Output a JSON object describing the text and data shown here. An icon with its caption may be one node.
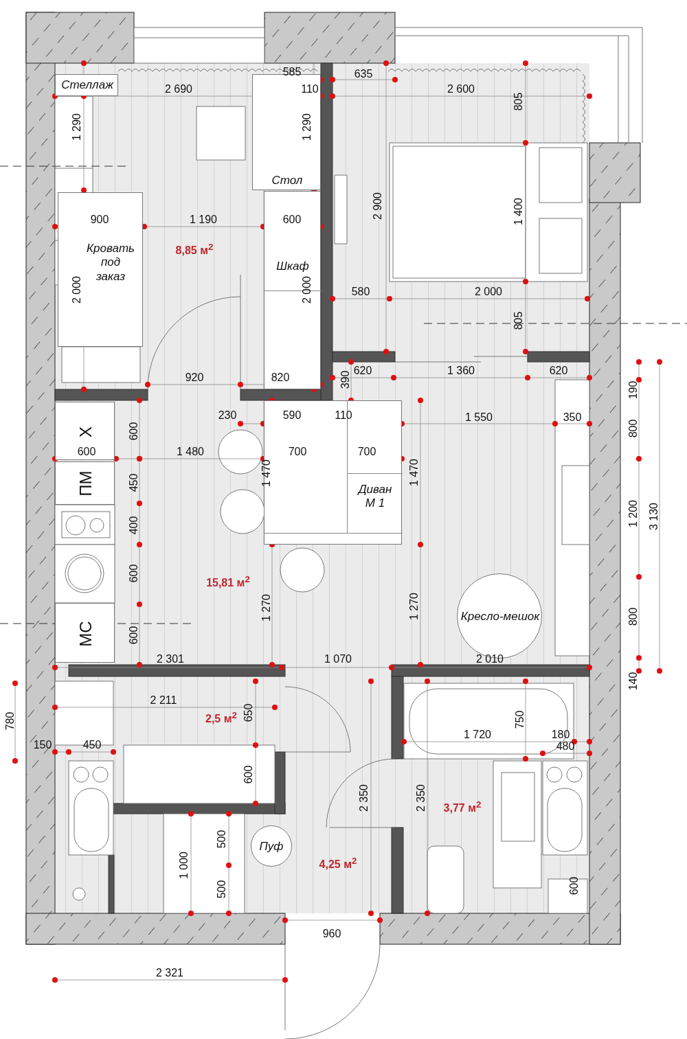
{
  "diagram": {
    "nodes": [
      {
        "text": [
          "8,85 м$^{2}$"
        ]
      },
      {
        "text": [
          "Стеллаж"
        ],
        "in": 0
      },
      {
        "text": [
          "Стол"
        ],
        "in": 0
      },
      {
        "text": [
          "Кровать под заказ"
        ],
        "in": 0
      },
      {
        "text": [
          "Шкаф"
        ],
        "in": 0
      },
      {
        "text": [
          "15,81 м$^{2}$"
        ]
      },
      {
        "text": [
          "Х"
        ],
        "in": 5
      },
      {
        "text": [
          "ПМ"
        ],
        "in": 5
      },
      {
        "text": [
          "МС"
        ],
        "in": 5
      },
      {
        "text": [
          "Диван М 1"
        ],
        "in": 5
      },
      {
        "text": [
          "Кресло-мешок"
        ],
        "in": 5
      },
      {
        "text": [
          "2,5 м$^{2}$"
        ]
      },
      {
        "text": [
          "4,25 м$^{2}$"
        ]
      },
      {
        "text": [
          "Пуф"
        ],
        "in": 12
      },
      {
        "text": [
          "3,77 м$^{2}$"
        ]
      }
    ],
    "labels": [
      "585",
      "635",
      "2 690",
      "110",
      "2 600",
      "805",
      "1 290",
      "1 290",
      "2 900",
      "1 400",
      "900",
      "1 190",
      "600",
      "2 000",
      "2 000",
      "580",
      "2 000",
      "805",
      "920",
      "820",
      "390",
      "620",
      "1 360",
      "620",
      "190",
      "230",
      "590",
      "110",
      "1 550",
      "350",
      "600",
      "800",
      "600",
      "1 480",
      "700",
      "700",
      "1 470",
      "1 470",
      "450",
      "1 200",
      "3 130",
      "400",
      "600",
      "1 270",
      "1 270",
      "800",
      "600",
      "2 301",
      "1 070",
      "2 010",
      "140",
      "2 211",
      "650",
      "780",
      "750",
      "1 720",
      "180",
      "150",
      "450",
      "480",
      "600",
      "2 350",
      "2 350",
      "500",
      "1 000",
      "500",
      "600",
      "960",
      "2 321"
    ]
  }
}
